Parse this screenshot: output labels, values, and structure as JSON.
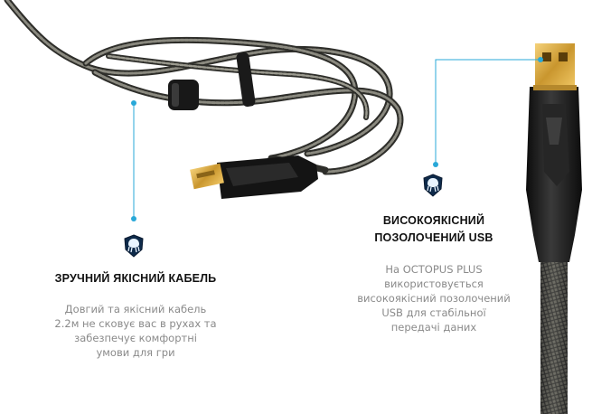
{
  "accent_color": "#28a8d8",
  "left_feature": {
    "icon": "octopus-logo-badge",
    "title": "ЗРУЧНИЙ ЯКІСНИЙ КАБЕЛЬ",
    "description_lines": [
      "Довгий та якісний кабель",
      "2.2м не сковує вас в рухах та",
      "забезпечує комфортні",
      "умови для гри"
    ]
  },
  "right_feature": {
    "icon": "octopus-logo-badge",
    "title_lines": [
      "ВИСОКОЯКІСНИЙ",
      "ПОЗОЛОЧЕНИЙ USB"
    ],
    "description_lines": [
      "На OCTOPUS PLUS",
      "використовується",
      "високоякісний позолочений",
      "USB для стабільної",
      "передачі даних"
    ]
  }
}
